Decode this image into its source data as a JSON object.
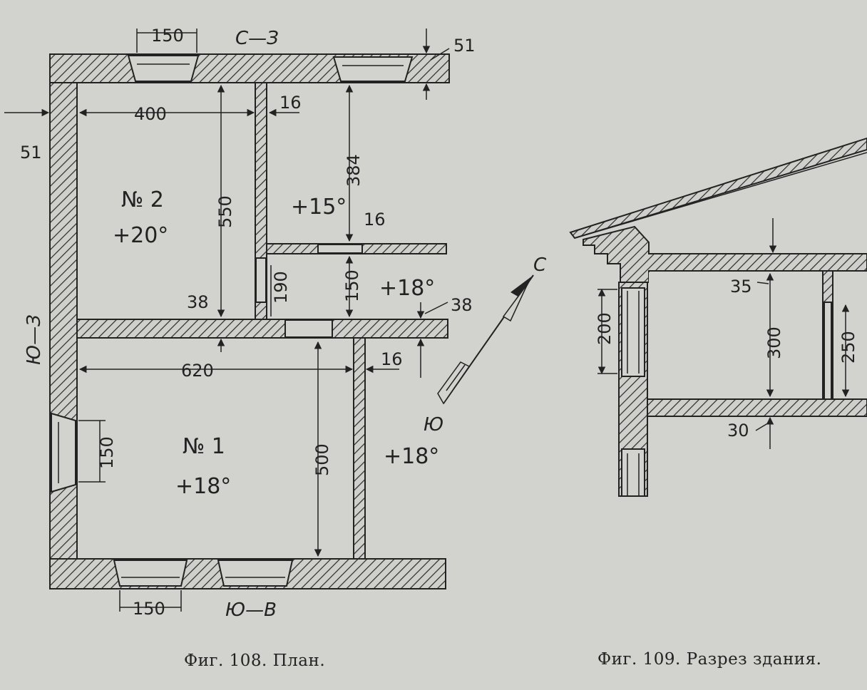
{
  "plan": {
    "orientation": {
      "north_west": "С—З",
      "south_west": "Ю—З",
      "south_east": "Ю—В"
    },
    "dimensions": {
      "window_top": "150",
      "wall_outer_right": "51",
      "wall_outer_left": "51",
      "room2_width": "400",
      "partition_top": "16",
      "room_top_right_height": "384",
      "partition_mid": "16",
      "room2_height": "550",
      "corridor_height": "150",
      "door_height": "190",
      "wall_inner_left": "38",
      "wall_inner_right": "38",
      "room1_width": "620",
      "partition_lower": "16",
      "window_left": "150",
      "room1_height": "500",
      "window_bottom": "150"
    },
    "rooms": {
      "room2_name": "№ 2",
      "room2_temp": "+20°",
      "top_right_temp": "+15°",
      "corridor_temp": "+18°",
      "room1_name": "№ 1",
      "room1_temp": "+18°",
      "right_temp": "+18°"
    },
    "compass": {
      "north": "С",
      "south": "Ю"
    },
    "caption": "Фиг. 108. План."
  },
  "section": {
    "dimensions": {
      "ceiling_thickness": "35",
      "window_height": "200",
      "room_height": "300",
      "door_height": "250",
      "floor_thickness": "30"
    },
    "caption": "Фиг. 109. Разрез здания."
  }
}
